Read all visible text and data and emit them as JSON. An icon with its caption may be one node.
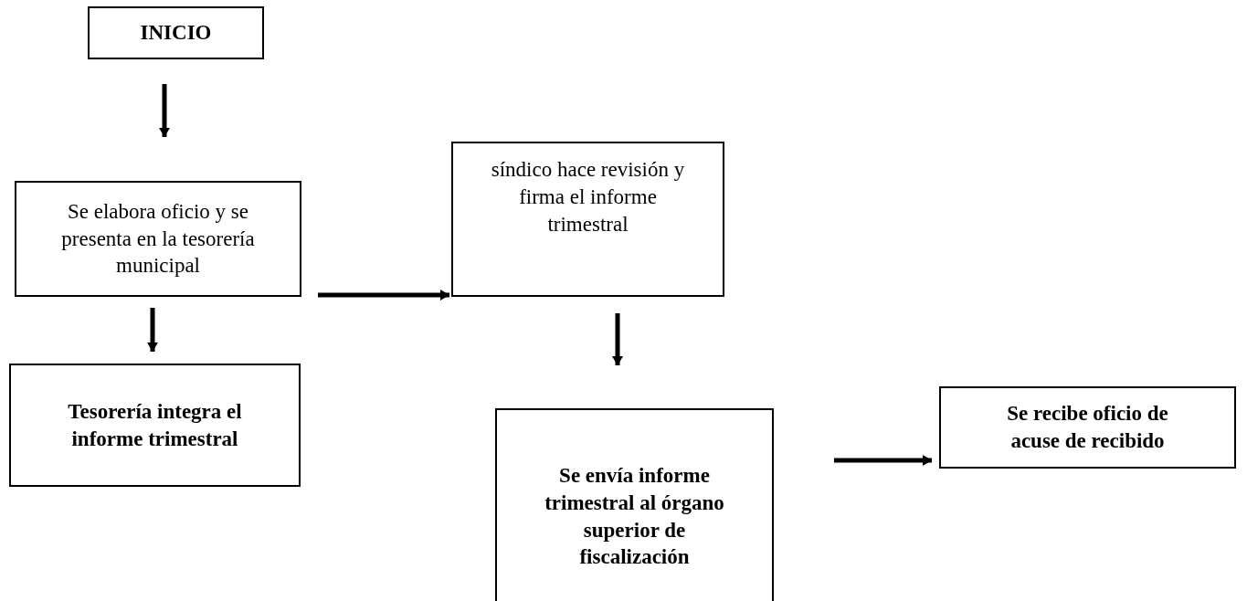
{
  "diagram": {
    "nodes": [
      {
        "text": [
          "INICIO"
        ]
      },
      {
        "text": [
          "Se elabora oficio y se presenta en la tesorería municipal"
        ]
      },
      {
        "text": [
          "síndico hace revisión y firma el informe trimestral"
        ]
      },
      {
        "text": [
          "Tesorería integra el informe trimestral"
        ]
      },
      {
        "text": [
          "Se envía informe trimestral al órgano superior de fiscalización"
        ]
      },
      {
        "text": [
          "Se recibe oficio de acuse de recibido"
        ]
      }
    ],
    "edges": [
      {
        "from": 0,
        "to": 1,
        "arrow": "to"
      },
      {
        "from": 1,
        "to": 2,
        "arrow": "to"
      },
      {
        "from": 1,
        "to": 3,
        "arrow": "to"
      },
      {
        "from": 2,
        "to": 4,
        "arrow": "to"
      },
      {
        "from": 4,
        "to": 5,
        "arrow": "to"
      }
    ]
  }
}
